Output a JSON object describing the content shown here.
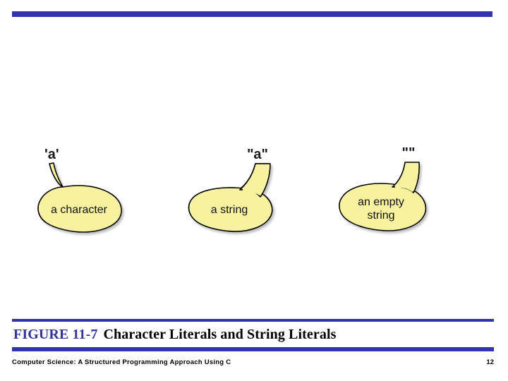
{
  "slide": {
    "accent_color": "#3333B0",
    "background_color": "#ffffff",
    "bubble_fill_color": "#F7F2A0",
    "bubble_stroke_color": "#000000"
  },
  "figure": {
    "bubbles": [
      {
        "literal_label": "'a'",
        "description_line1": "a character",
        "description_line2": "",
        "tail_side": "left"
      },
      {
        "literal_label": "\"a\"",
        "description_line1": "a string",
        "description_line2": "",
        "tail_side": "right"
      },
      {
        "literal_label": "\"\"",
        "description_line1": "an empty",
        "description_line2": "string",
        "tail_side": "right"
      }
    ]
  },
  "caption": {
    "number": "FIGURE 11-7",
    "title": "Character Literals and String Literals"
  },
  "footer": {
    "source": "Computer Science: A Structured Programming Approach Using C",
    "page_number": "12"
  }
}
